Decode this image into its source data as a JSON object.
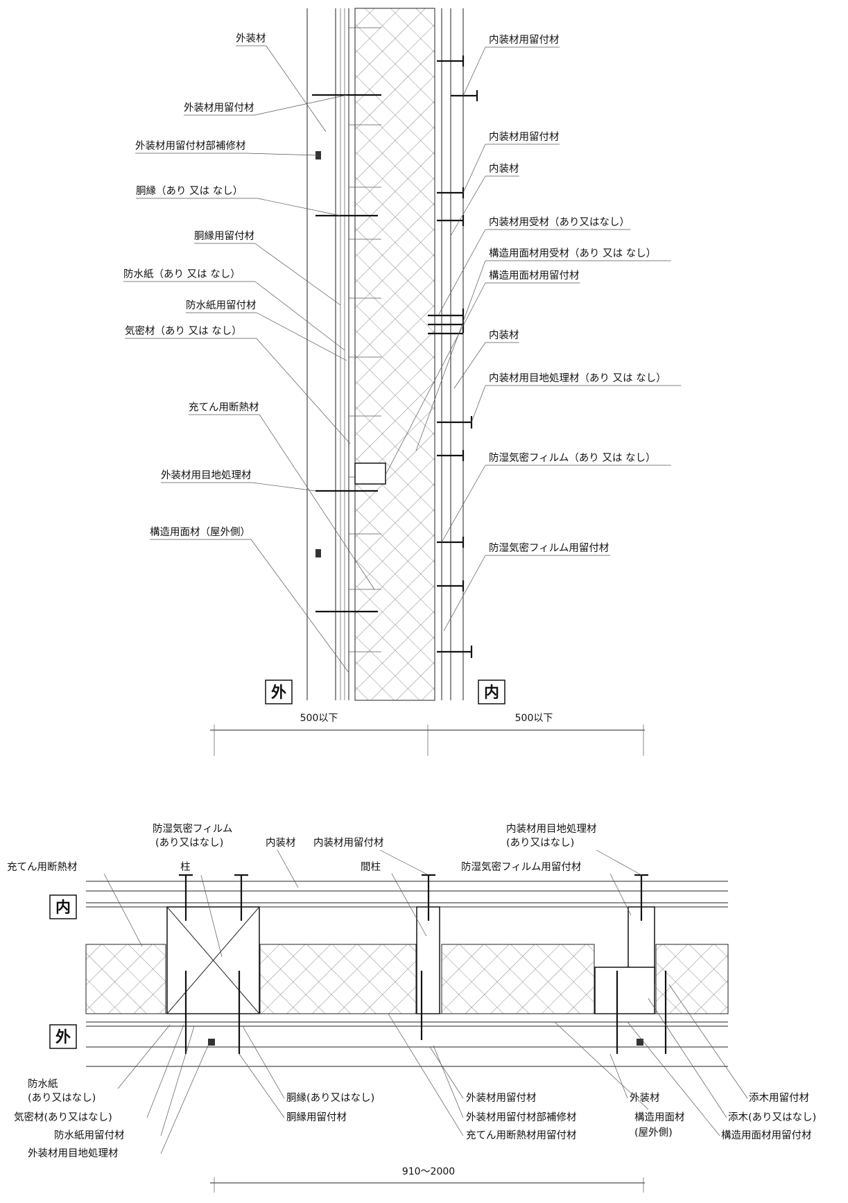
{
  "colors": {
    "line": "#222222",
    "hatch": "#555555",
    "background": "#ffffff"
  },
  "section_a": {
    "side_outer": "外",
    "side_inner": "内",
    "dim_left": "500以下",
    "dim_right": "500以下",
    "labels_left": [
      "外装材",
      "外装材用留付材",
      "外装材用留付材部補修材",
      "胴縁（あり 又は なし）",
      "胴縁用留付材",
      "防水紙（あり 又は なし）",
      "防水紙用留付材",
      "気密材（あり 又は なし）",
      "充てん用断熱材",
      "外装材用目地処理材",
      "構造用面材（屋外側）"
    ],
    "labels_right": [
      "内装材用留付材",
      "内装材用留付材",
      "内装材",
      "内装材用受材（あり又はなし）",
      "構造用面材用受材（あり 又は なし）",
      "構造用面材用留付材",
      "内装材",
      "内装材用目地処理材（あり 又は なし）",
      "防湿気密フィルム（あり 又は なし）",
      "防湿気密フィルム用留付材"
    ]
  },
  "section_b": {
    "side_inner": "内",
    "side_outer": "外",
    "dim": "910～2000",
    "top_labels": {
      "insulation": "充てん用断熱材",
      "film_line1": "防湿気密フィルム",
      "film_line2": "(あり又はなし)",
      "post": "柱",
      "interior": "内装材",
      "interior_fastener": "内装材用留付材",
      "stud": "間柱",
      "joint_line1": "内装材用目地処理材",
      "joint_line2": "(あり又はなし)",
      "film_fastener": "防湿気密フィルム用留付材"
    },
    "bottom_left": [
      "防水紙",
      "(あり又はなし)",
      "気密材(あり又はなし)",
      "防水紙用留付材",
      "外装材用目地処理材"
    ],
    "bottom_mid": {
      "batten": "胴縁(あり又はなし)",
      "batten_fastener": "胴縁用留付材",
      "ext_fastener": "外装材用留付材",
      "ext_repair": "外装材用留付材部補修材",
      "ins_fastener": "充てん用断熱材用留付材"
    },
    "bottom_right": {
      "exterior": "外装材",
      "panel_line1": "構造用面材",
      "panel_line2": "(屋外側)",
      "filler_fastener": "添木用留付材",
      "filler": "添木(あり又はなし)",
      "panel_fastener": "構造用面材用留付材"
    }
  }
}
